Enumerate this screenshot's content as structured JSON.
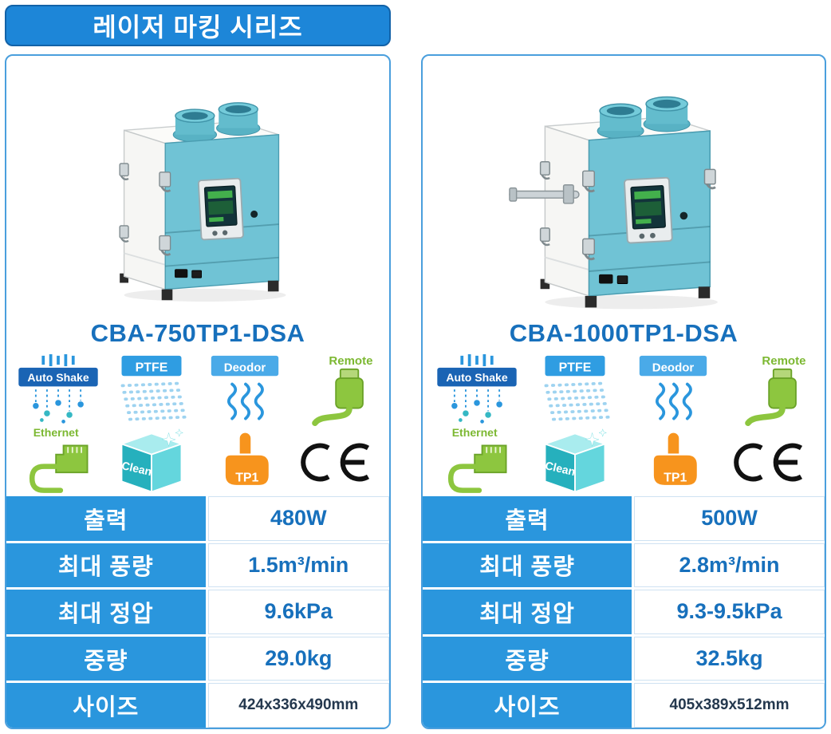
{
  "header": {
    "title": "레이저 마킹 시리즈"
  },
  "products": [
    {
      "name": "CBA-750TP1-DSA",
      "specs": [
        {
          "label": "출력",
          "value": "480W"
        },
        {
          "label": "최대 풍량",
          "value": "1.5m³/min"
        },
        {
          "label": "최대 정압",
          "value": "9.6kPa"
        },
        {
          "label": "중량",
          "value": "29.0kg"
        },
        {
          "label": "사이즈",
          "value": "424x336x490mm"
        }
      ]
    },
    {
      "name": "CBA-1000TP1-DSA",
      "specs": [
        {
          "label": "출력",
          "value": "500W"
        },
        {
          "label": "최대 풍량",
          "value": "2.8m³/min"
        },
        {
          "label": "최대 정압",
          "value": "9.3-9.5kPa"
        },
        {
          "label": "중량",
          "value": "32.5kg"
        },
        {
          "label": "사이즈",
          "value": "405x389x512mm"
        }
      ]
    }
  ],
  "features": {
    "auto_shake": {
      "label": "Auto Shake"
    },
    "ptfe": {
      "label": "PTFE"
    },
    "deodor": {
      "label": "Deodor"
    },
    "remote": {
      "label": "Remote"
    },
    "ethernet": {
      "label": "Ethernet"
    },
    "clean": {
      "label": "Clean"
    },
    "tp1": {
      "label": "TP1"
    },
    "ce": {
      "label": "CE"
    }
  },
  "colors": {
    "header_blue": "#1d86d8",
    "table_blue": "#2a96dd",
    "value_text_blue": "#1770bc",
    "machine_teal": "#70c3d5",
    "feature_green": "#8dc63f",
    "feature_orange": "#f7941d",
    "clean_teal": "#26b0bd"
  }
}
